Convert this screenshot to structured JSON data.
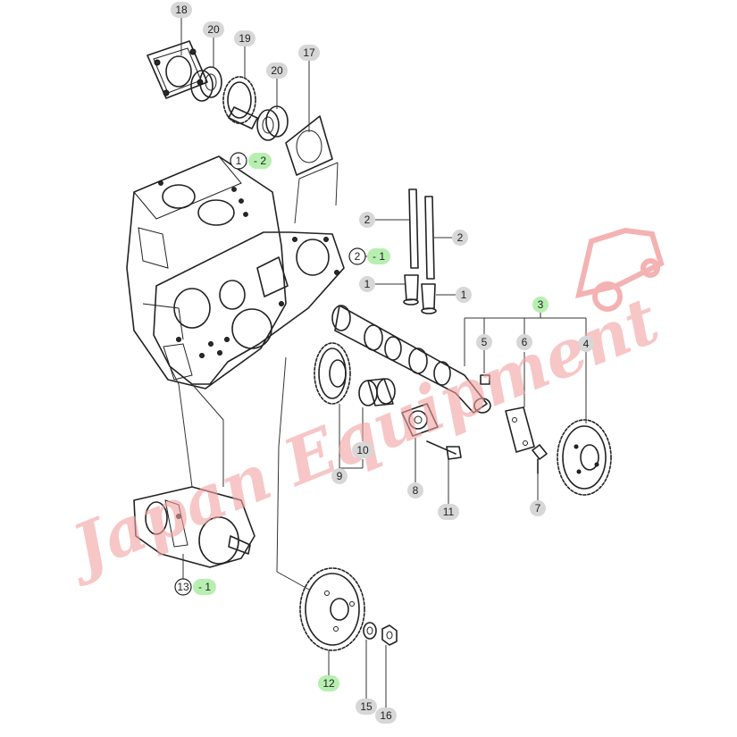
{
  "diagram": {
    "callouts": [
      {
        "id": "c18",
        "label": "18",
        "style": "gray"
      },
      {
        "id": "c20a",
        "label": "20",
        "style": "gray"
      },
      {
        "id": "c19",
        "label": "19",
        "style": "gray"
      },
      {
        "id": "c20b",
        "label": "20",
        "style": "gray"
      },
      {
        "id": "c17",
        "label": "17",
        "style": "gray"
      },
      {
        "id": "c1-2",
        "label": "1",
        "suffix": "- 2",
        "style": "ring-highlight"
      },
      {
        "id": "c2a",
        "label": "2",
        "style": "gray"
      },
      {
        "id": "c2b",
        "label": "2",
        "style": "gray"
      },
      {
        "id": "c2-1",
        "label": "2",
        "suffix": "- 1",
        "style": "ring-highlight"
      },
      {
        "id": "c1a",
        "label": "1",
        "style": "gray"
      },
      {
        "id": "c1b",
        "label": "1",
        "style": "gray"
      },
      {
        "id": "c3",
        "label": "3",
        "style": "highlight"
      },
      {
        "id": "c5",
        "label": "5",
        "style": "gray"
      },
      {
        "id": "c6",
        "label": "6",
        "style": "gray"
      },
      {
        "id": "c4",
        "label": "4",
        "style": "gray"
      },
      {
        "id": "c10",
        "label": "10",
        "style": "gray"
      },
      {
        "id": "c9",
        "label": "9",
        "style": "gray"
      },
      {
        "id": "c8",
        "label": "8",
        "style": "gray"
      },
      {
        "id": "c11",
        "label": "11",
        "style": "gray"
      },
      {
        "id": "c7",
        "label": "7",
        "style": "gray"
      },
      {
        "id": "c13-1",
        "label": "13",
        "suffix": "- 1",
        "style": "ring-highlight"
      },
      {
        "id": "c12",
        "label": "12",
        "style": "highlight"
      },
      {
        "id": "c15",
        "label": "15",
        "style": "gray"
      },
      {
        "id": "c16",
        "label": "16",
        "style": "gray"
      }
    ],
    "watermark": {
      "text": "Japan Equipment",
      "color": "#f2a0a0"
    }
  }
}
